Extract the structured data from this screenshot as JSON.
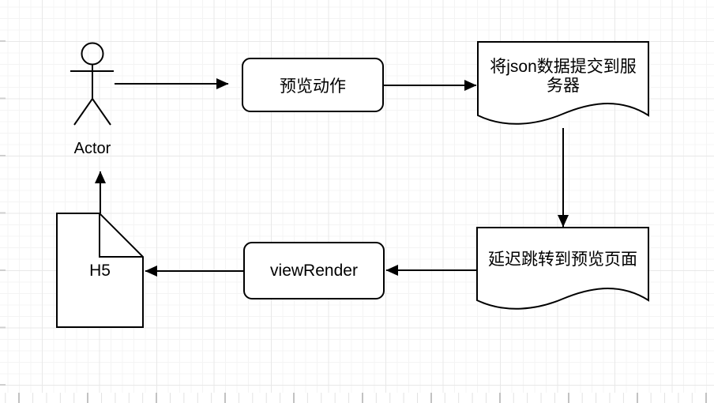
{
  "canvas": {
    "background": "#ffffff",
    "grid_minor_color": "#f4f4f4",
    "grid_major_color": "#e8e8e8",
    "stroke_color": "#000000",
    "shape_fill": "#ffffff"
  },
  "nodes": {
    "actor": {
      "label": "Actor",
      "type": "actor"
    },
    "preview_action": {
      "label": "预览动作",
      "type": "rounded-rect"
    },
    "submit_json": {
      "label": "将json数据提交到服务器",
      "type": "document"
    },
    "delay_redirect": {
      "label": "延迟跳转到预览页面",
      "type": "document"
    },
    "view_render": {
      "label": "viewRender",
      "type": "rounded-rect"
    },
    "h5": {
      "label": "H5",
      "type": "note"
    }
  },
  "edges": [
    {
      "from": "actor",
      "to": "preview_action",
      "direction": "right"
    },
    {
      "from": "preview_action",
      "to": "submit_json",
      "direction": "right"
    },
    {
      "from": "submit_json",
      "to": "delay_redirect",
      "direction": "down"
    },
    {
      "from": "delay_redirect",
      "to": "view_render",
      "direction": "left"
    },
    {
      "from": "view_render",
      "to": "h5",
      "direction": "left"
    },
    {
      "from": "h5",
      "to": "actor",
      "direction": "up"
    }
  ]
}
